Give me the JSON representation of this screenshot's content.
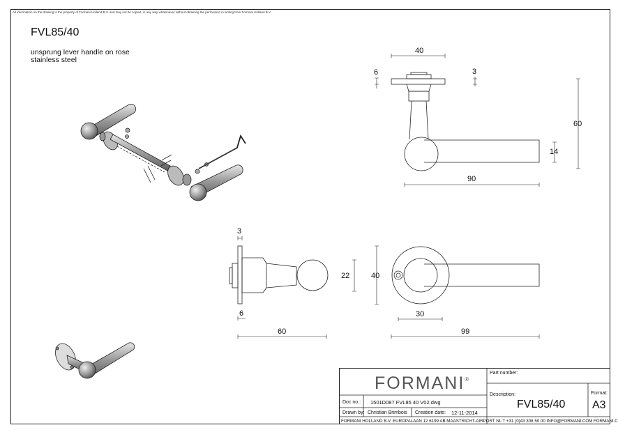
{
  "notice": "All information on the drawing is the property of Formani Holland B.V. and may not be copied, in any way whatsoever without obtaining the permission in writing from Formani Holland B.V.",
  "product": {
    "code": "FVL85/40",
    "description_line1": "unsprung lever handle on rose",
    "description_line2": "stainless steel"
  },
  "dimensions": {
    "top_view_width": "40",
    "top_view_left_thickness": "6",
    "top_view_right_thickness": "3",
    "side_height": "60",
    "side_lever_thickness": "14",
    "side_length": "90",
    "front_rose_thickness": "3",
    "front_knob_diameter": "22",
    "front_rose_diameter": "40",
    "front_base": "6",
    "front_projection": "60",
    "rear_rose_radius": "30",
    "rear_length": "99"
  },
  "title_block": {
    "brand": "FORMANI",
    "brand_mark": "®",
    "part_number_label": "Part number:",
    "part_number_value": "",
    "description_label": "Description:",
    "description_value": "FVL85/40",
    "format_label": "Format:",
    "format_value": "A3",
    "doc_no_label": "Doc no.:",
    "doc_no_value": "1501D087 FVL85 40 V02.dwg",
    "drawn_by_label": "Drawn by:",
    "drawn_by_value": "Christian Brimbois",
    "creation_date_label": "Creation date:",
    "creation_date_value": "12-11-2014",
    "footer": "FORMANI HOLLAND B.V.  EUROPALAAN 12  6199 AB MAASTRICHT-AIRPORT NL  T +31 (0)43 308 50 00 INFO@FORMANI.COM FORMANI.COM"
  },
  "colors": {
    "line": "#222222",
    "metal": "#bfbfbf",
    "metal_dark": "#7a7a7a",
    "logo": "#555555"
  }
}
